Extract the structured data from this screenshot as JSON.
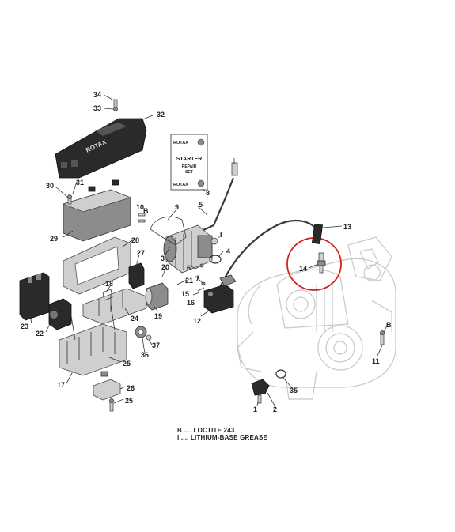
{
  "callouts": [
    {
      "n": "1"
    },
    {
      "n": "2"
    },
    {
      "n": "3"
    },
    {
      "n": "4"
    },
    {
      "n": "5"
    },
    {
      "n": "6"
    },
    {
      "n": "7"
    },
    {
      "n": "8"
    },
    {
      "n": "9"
    },
    {
      "n": "10"
    },
    {
      "n": "11"
    },
    {
      "n": "12"
    },
    {
      "n": "13"
    },
    {
      "n": "14"
    },
    {
      "n": "15"
    },
    {
      "n": "16"
    },
    {
      "n": "17"
    },
    {
      "n": "18"
    },
    {
      "n": "19"
    },
    {
      "n": "20"
    },
    {
      "n": "21"
    },
    {
      "n": "22"
    },
    {
      "n": "23"
    },
    {
      "n": "24"
    },
    {
      "n": "25"
    },
    {
      "n": "25"
    },
    {
      "n": "26"
    },
    {
      "n": "27"
    },
    {
      "n": "28"
    },
    {
      "n": "29"
    },
    {
      "n": "30"
    },
    {
      "n": "31"
    },
    {
      "n": "32"
    },
    {
      "n": "33"
    },
    {
      "n": "34"
    },
    {
      "n": "35"
    },
    {
      "n": "36"
    },
    {
      "n": "37"
    }
  ],
  "markers": {
    "b": "B",
    "i": "I"
  },
  "starter_card": {
    "brand_top": "ROTAX",
    "line1": "STARTER",
    "line2": "REPAIR",
    "line3": "SET",
    "brand_bottom": "ROTAX"
  },
  "battery_cover_brand": "ROTAX",
  "legend": [
    {
      "text": "B .... LOCTITE 243"
    },
    {
      "text": "I .... LITHIUM-BASE GREASE"
    }
  ],
  "colors": {
    "highlight_circle": "#d62020"
  }
}
